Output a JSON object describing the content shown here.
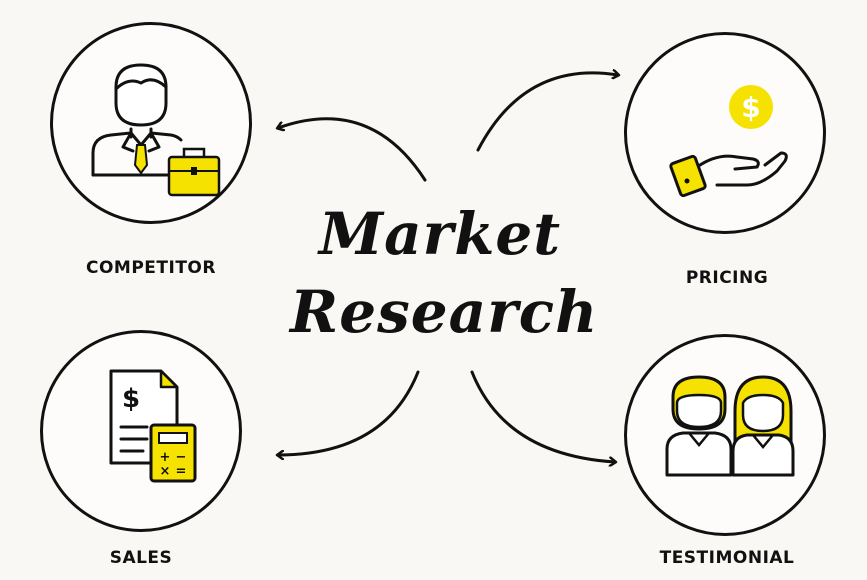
{
  "title": {
    "line1": "Market",
    "line2": "Research"
  },
  "nodes": {
    "competitor": {
      "label": "COMPETITOR",
      "icon": "businessman-briefcase-icon"
    },
    "pricing": {
      "label": "PRICING",
      "icon": "hand-dollar-coin-icon"
    },
    "sales": {
      "label": "SALES",
      "icon": "invoice-calculator-icon"
    },
    "testimonial": {
      "label": "TESTIMONIAL",
      "icon": "customers-icon"
    }
  },
  "colors": {
    "accent": "#f6e200",
    "ink": "#111111",
    "background": "#faf8f5"
  }
}
